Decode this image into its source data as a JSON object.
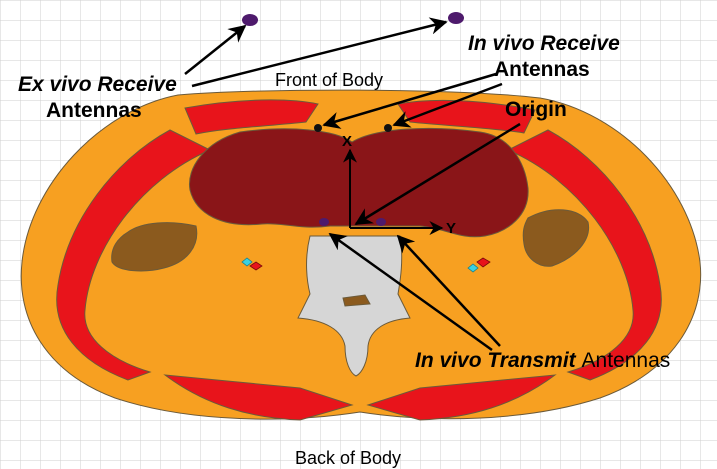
{
  "labels": {
    "front": "Front of Body",
    "back": "Back of Body",
    "ex_vivo_line1": "Ex vivo Receive",
    "ex_vivo_line2": "Antennas",
    "in_vivo_receive_line1": "In vivo Receive",
    "in_vivo_receive_line2": "Antennas",
    "origin": "Origin",
    "transmit_italic": "In vivo Transmit",
    "transmit_plain": "Antennas",
    "axis_x": "X",
    "axis_y": "Y"
  },
  "colors": {
    "grid": "#cfcfcf",
    "fat": "#f7a021",
    "muscle": "#e8141b",
    "organ": "#8a1518",
    "kidney": "#8b5a1e",
    "bone": "#d6d6d6",
    "antenna": "#4e1a6c"
  }
}
